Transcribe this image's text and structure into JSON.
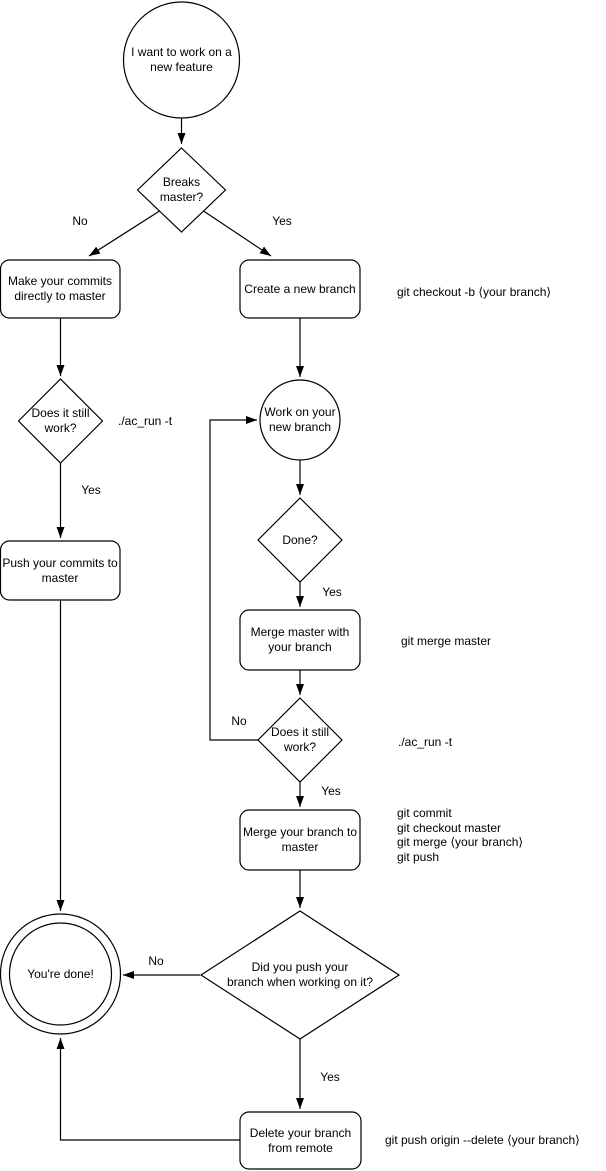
{
  "nodes": {
    "start": {
      "label": "I want to work on a\nnew feature"
    },
    "breaks_master": {
      "label": "Breaks\nmaster?"
    },
    "make_commits": {
      "label": "Make your commits\ndirectly to master"
    },
    "create_branch": {
      "label": "Create a new branch",
      "annotation": "git checkout -b ⟨your branch⟩"
    },
    "does_it_still_work_left": {
      "label": "Does it still\nwork?",
      "annotation": "./ac_run -t"
    },
    "push_commits": {
      "label": "Push your commits to\nmaster"
    },
    "work_on_branch": {
      "label": "Work on your\nnew branch"
    },
    "done": {
      "label": "Done?"
    },
    "merge_master": {
      "label": "Merge master with\nyour branch",
      "annotation": "git merge master"
    },
    "does_it_still_work_right": {
      "label": "Does it still\nwork?",
      "annotation": "./ac_run -t"
    },
    "merge_branch": {
      "label": "Merge your branch to\nmaster",
      "annotation_lines": [
        "git commit",
        "git checkout master",
        "git merge ⟨your branch⟩",
        "git push"
      ]
    },
    "did_you_push": {
      "label": "Did you push your\nbranch when working on it?"
    },
    "youre_done": {
      "label": "You're done!"
    },
    "delete_branch": {
      "label": "Delete your branch\nfrom remote",
      "annotation": "git push origin --delete ⟨your branch⟩"
    }
  },
  "edge_labels": {
    "breaks_no": "No",
    "breaks_yes": "Yes",
    "does_left_yes": "Yes",
    "done_yes": "Yes",
    "does_right_no": "No",
    "does_right_yes": "Yes",
    "did_push_no": "No",
    "did_push_yes": "Yes"
  },
  "colors": {
    "stroke": "#000000",
    "text": "#000000",
    "background": "#ffffff"
  }
}
